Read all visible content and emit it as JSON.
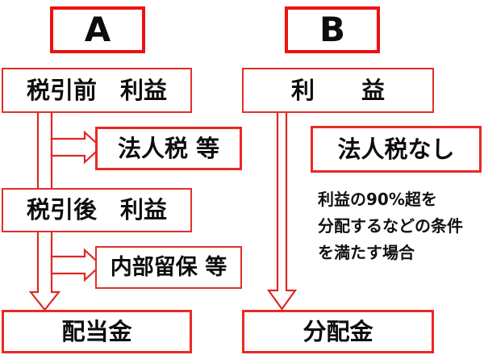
{
  "diagram": {
    "title_columns": [
      {
        "id": "A",
        "label": "A"
      },
      {
        "id": "B",
        "label": "B"
      }
    ],
    "accent_color": "#ee1111",
    "box_border_color": "#e0302a",
    "text_color": "#0d0d0d",
    "background": "#ffffff",
    "column_a": {
      "header": "A",
      "nodes": [
        {
          "key": "pretax_profit",
          "label": "税引前　利益"
        },
        {
          "key": "corporate_tax",
          "label": "法人税 等"
        },
        {
          "key": "aftertax_profit",
          "label": "税引後　利益"
        },
        {
          "key": "retained_earnings",
          "label": "内部留保 等"
        },
        {
          "key": "dividend",
          "label": "配当金"
        }
      ]
    },
    "column_b": {
      "header": "B",
      "nodes": [
        {
          "key": "profit",
          "label": "利　　益"
        },
        {
          "key": "no_corporate_tax",
          "label": "法人税なし"
        },
        {
          "key": "distribution",
          "label": "分配金"
        }
      ],
      "note_lines": [
        "利益の90%超を",
        "分配するなどの条件",
        "を満たす場合"
      ]
    },
    "arrows": [
      {
        "key": "a-pretax-to-aftertax",
        "direction": "down",
        "name": "arrow-down-pretax-to-aftertax"
      },
      {
        "key": "a-pretax-to-tax",
        "direction": "right",
        "name": "arrow-right-pretax-to-tax"
      },
      {
        "key": "a-aftertax-to-dividend",
        "direction": "down",
        "name": "arrow-down-aftertax-to-dividend"
      },
      {
        "key": "a-aftertax-to-retained",
        "direction": "right",
        "name": "arrow-right-aftertax-to-retained"
      },
      {
        "key": "b-profit-to-distribution",
        "direction": "down",
        "name": "arrow-down-profit-to-distribution"
      }
    ]
  }
}
